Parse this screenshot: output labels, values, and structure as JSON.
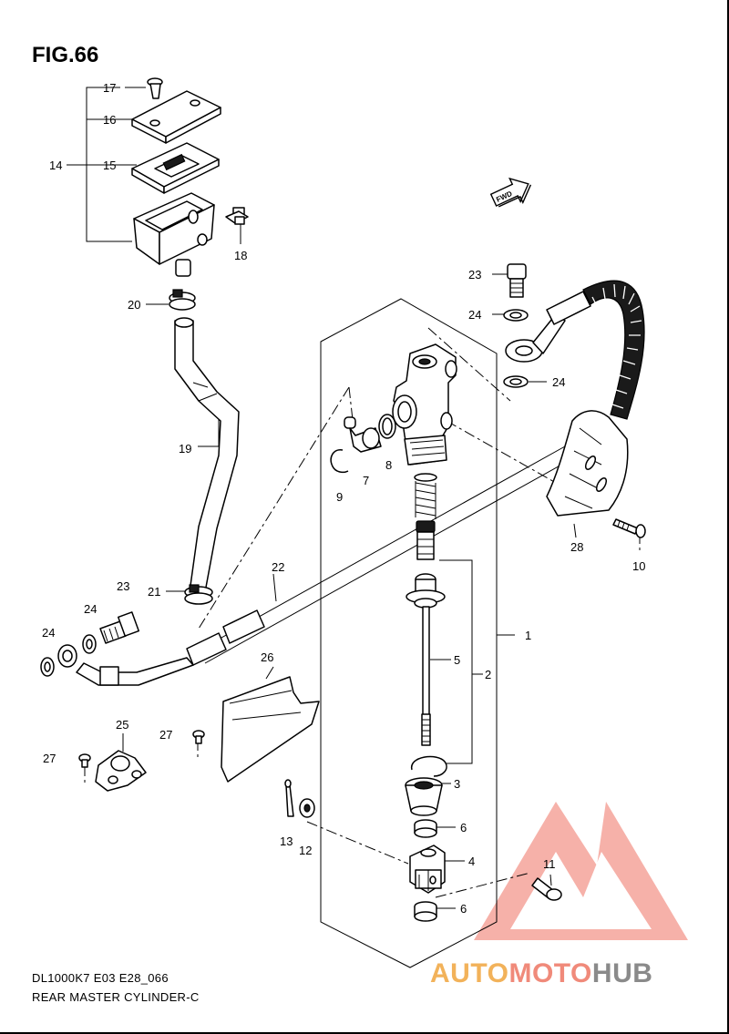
{
  "figure": {
    "title": "FIG.66",
    "code": "DL1000K7 E03 E28_066",
    "caption": "REAR MASTER CYLINDER-C",
    "fwd_badge": "FWD"
  },
  "callouts": {
    "n1": "1",
    "n2": "2",
    "n3": "3",
    "n4": "4",
    "n5": "5",
    "n6a": "6",
    "n6b": "6",
    "n7": "7",
    "n8": "8",
    "n9": "9",
    "n10": "10",
    "n11": "11",
    "n12": "12",
    "n13": "13",
    "n14": "14",
    "n15": "15",
    "n16": "16",
    "n17": "17",
    "n18": "18",
    "n19": "19",
    "n20": "20",
    "n21": "21",
    "n22": "22",
    "n23a": "23",
    "n23b": "23",
    "n24a": "24",
    "n24b": "24",
    "n24c": "24",
    "n24d": "24",
    "n25": "25",
    "n26": "26",
    "n27a": "27",
    "n27b": "27",
    "n28": "28"
  },
  "watermark": {
    "part1": "AUTO",
    "part2": "MOTO",
    "part3": "HUB",
    "color_auto": "#f2b25a",
    "color_moto": "#f08a7a",
    "color_hub": "#8a8a8a",
    "triangle_color": "#f28b82"
  }
}
